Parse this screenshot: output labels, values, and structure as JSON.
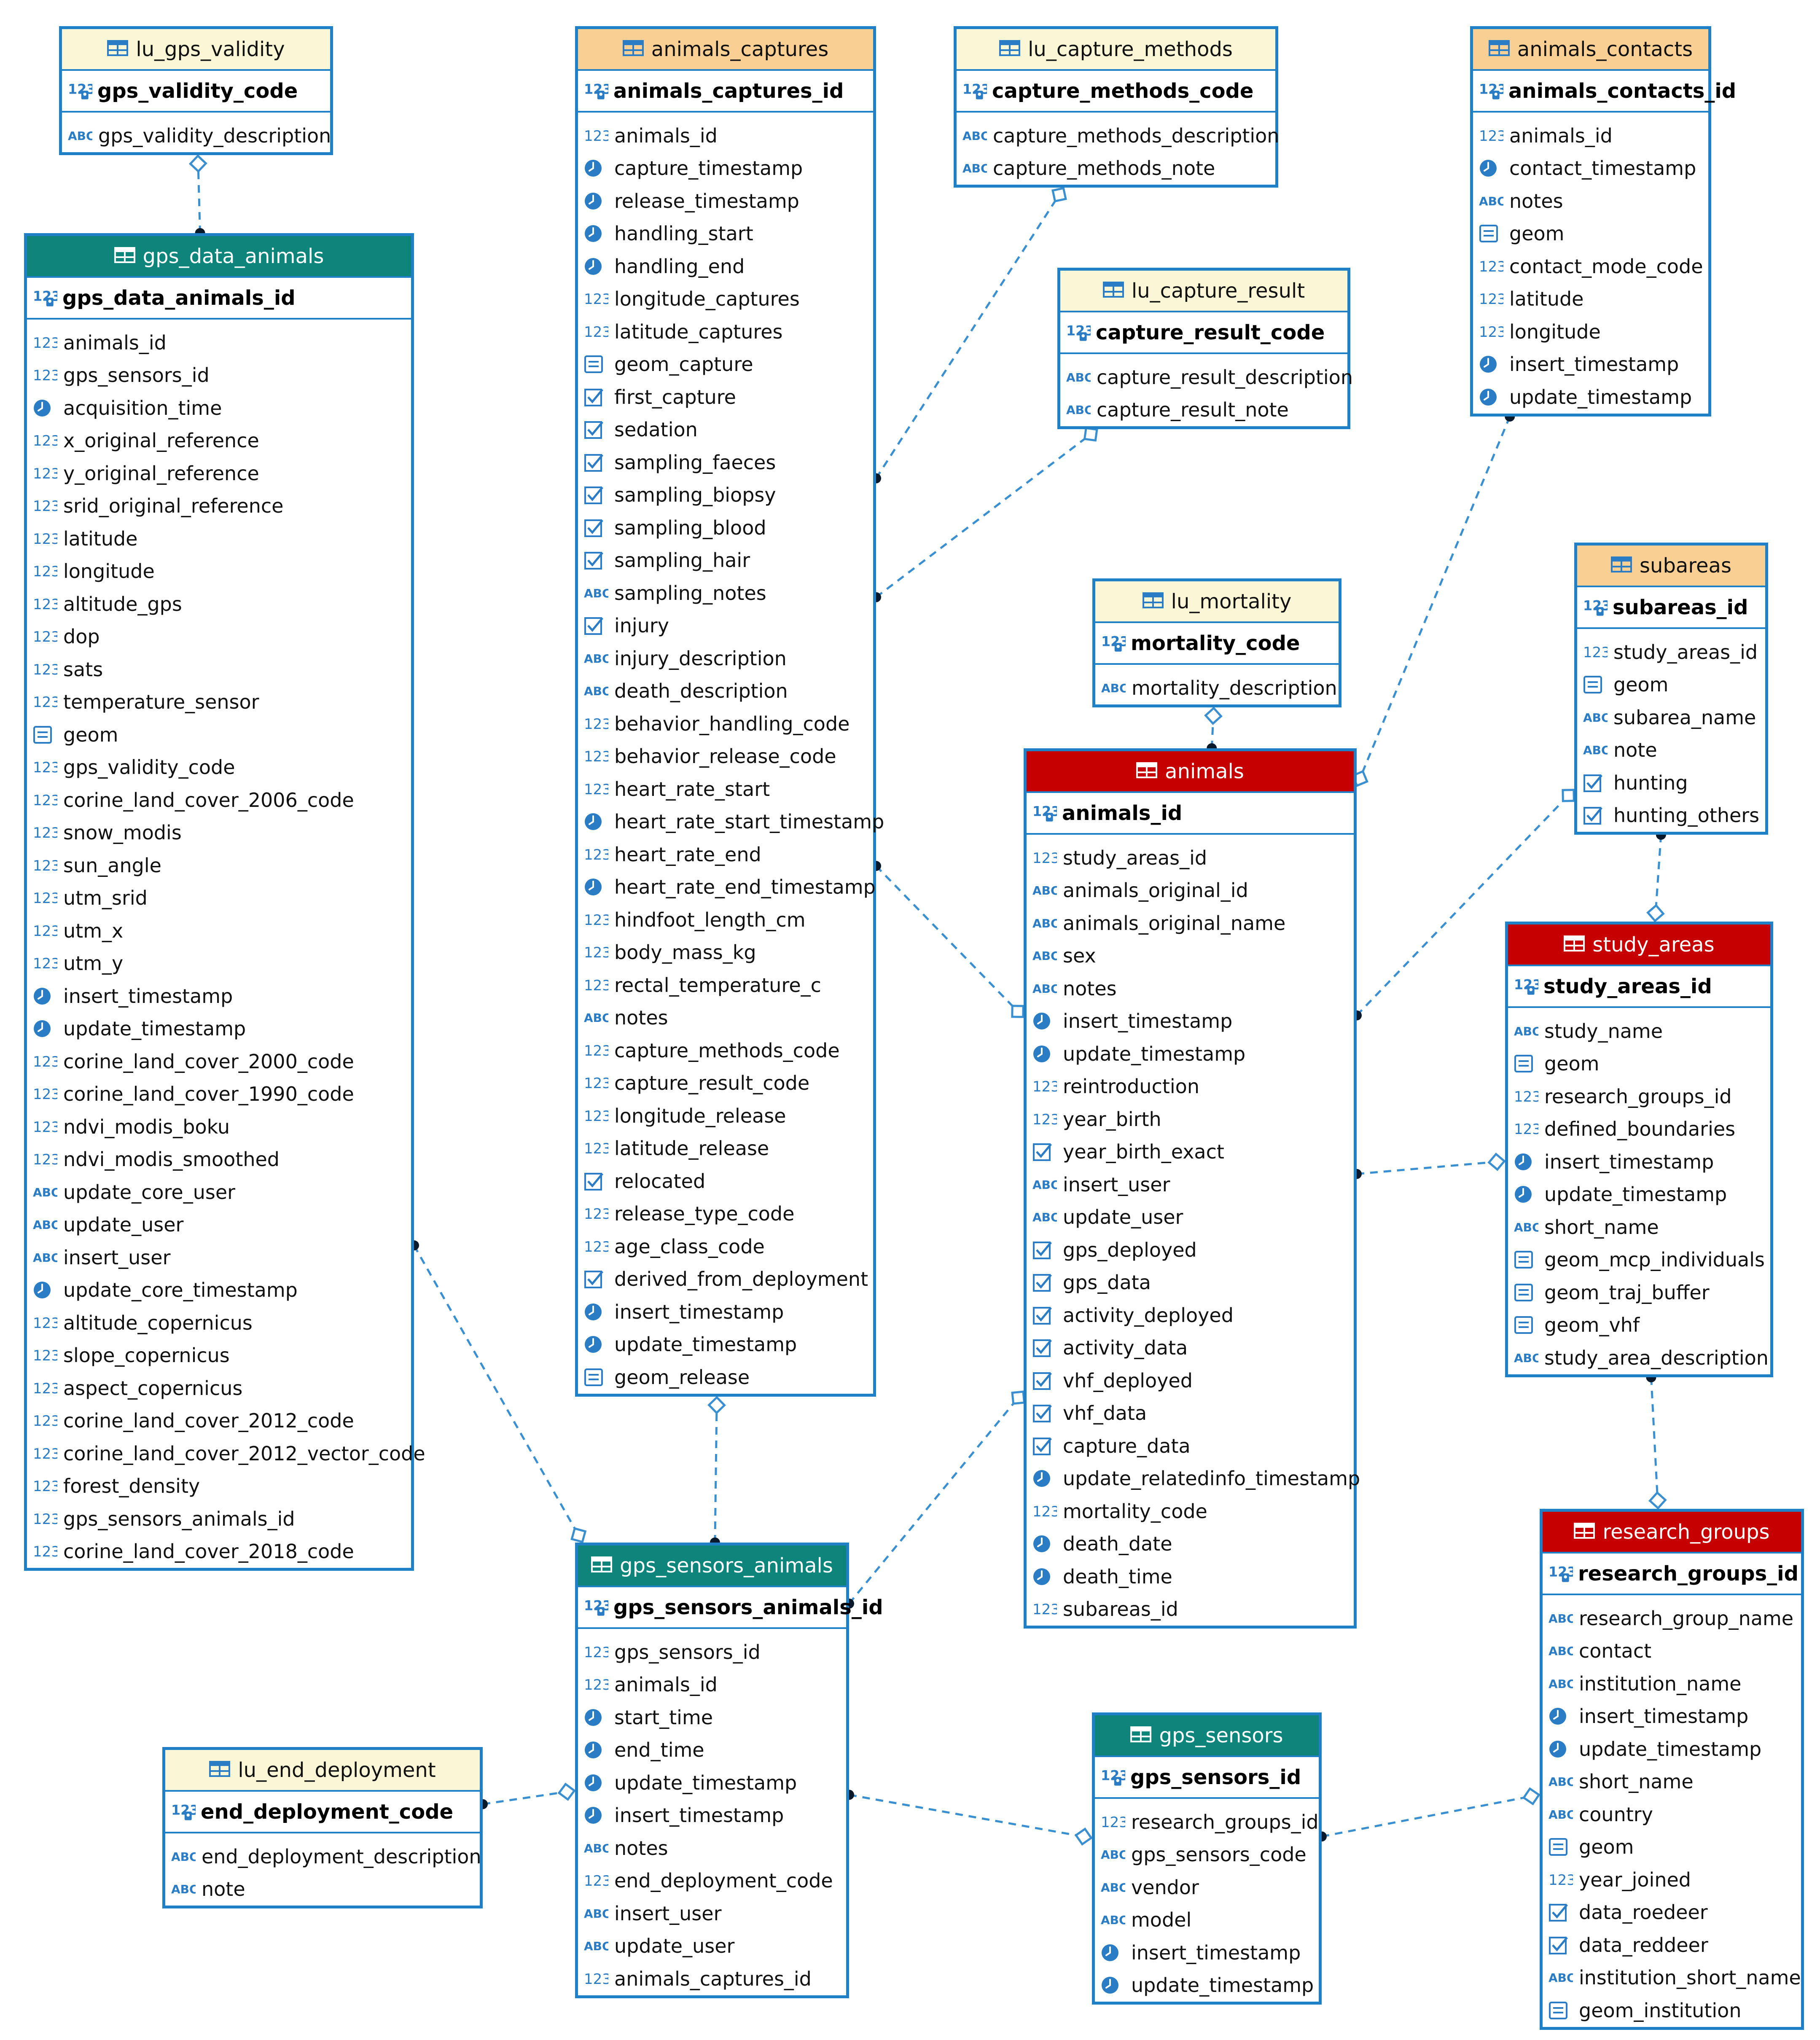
{
  "tables": [
    {
      "id": "lu_gps_validity",
      "title": "lu_gps_validity",
      "header": "light",
      "pk": "gps_validity_code",
      "columns": [
        {
          "n": "gps_validity_description",
          "t": "abc"
        }
      ]
    },
    {
      "id": "animals_captures",
      "title": "animals_captures",
      "header": "orange",
      "pk": "animals_captures_id",
      "columns": [
        {
          "n": "animals_id",
          "t": "num"
        },
        {
          "n": "capture_timestamp",
          "t": "time"
        },
        {
          "n": "release_timestamp",
          "t": "time"
        },
        {
          "n": "handling_start",
          "t": "time"
        },
        {
          "n": "handling_end",
          "t": "time"
        },
        {
          "n": "longitude_captures",
          "t": "num"
        },
        {
          "n": "latitude_captures",
          "t": "num"
        },
        {
          "n": "geom_capture",
          "t": "geom"
        },
        {
          "n": "first_capture",
          "t": "bool"
        },
        {
          "n": "sedation",
          "t": "bool"
        },
        {
          "n": "sampling_faeces",
          "t": "bool"
        },
        {
          "n": "sampling_biopsy",
          "t": "bool"
        },
        {
          "n": "sampling_blood",
          "t": "bool"
        },
        {
          "n": "sampling_hair",
          "t": "bool"
        },
        {
          "n": "sampling_notes",
          "t": "abc"
        },
        {
          "n": "injury",
          "t": "bool"
        },
        {
          "n": "injury_description",
          "t": "abc"
        },
        {
          "n": "death_description",
          "t": "abc"
        },
        {
          "n": "behavior_handling_code",
          "t": "num"
        },
        {
          "n": "behavior_release_code",
          "t": "num"
        },
        {
          "n": "heart_rate_start",
          "t": "num"
        },
        {
          "n": "heart_rate_start_timestamp",
          "t": "time"
        },
        {
          "n": "heart_rate_end",
          "t": "num"
        },
        {
          "n": "heart_rate_end_timestamp",
          "t": "time"
        },
        {
          "n": "hindfoot_length_cm",
          "t": "num"
        },
        {
          "n": "body_mass_kg",
          "t": "num"
        },
        {
          "n": "rectal_temperature_c",
          "t": "num"
        },
        {
          "n": "notes",
          "t": "abc"
        },
        {
          "n": "capture_methods_code",
          "t": "num"
        },
        {
          "n": "capture_result_code",
          "t": "num"
        },
        {
          "n": "longitude_release",
          "t": "num"
        },
        {
          "n": "latitude_release",
          "t": "num"
        },
        {
          "n": "relocated",
          "t": "bool"
        },
        {
          "n": "release_type_code",
          "t": "num"
        },
        {
          "n": "age_class_code",
          "t": "num"
        },
        {
          "n": "derived_from_deployment",
          "t": "bool"
        },
        {
          "n": "insert_timestamp",
          "t": "time"
        },
        {
          "n": "update_timestamp",
          "t": "time"
        },
        {
          "n": "geom_release",
          "t": "geom"
        }
      ]
    },
    {
      "id": "lu_capture_methods",
      "title": "lu_capture_methods",
      "header": "light",
      "pk": "capture_methods_code",
      "columns": [
        {
          "n": "capture_methods_description",
          "t": "abc"
        },
        {
          "n": "capture_methods_note",
          "t": "abc"
        }
      ]
    },
    {
      "id": "animals_contacts",
      "title": "animals_contacts",
      "header": "orange",
      "pk": "animals_contacts_id",
      "columns": [
        {
          "n": "animals_id",
          "t": "num"
        },
        {
          "n": "contact_timestamp",
          "t": "time"
        },
        {
          "n": "notes",
          "t": "abc"
        },
        {
          "n": "geom",
          "t": "geom"
        },
        {
          "n": "contact_mode_code",
          "t": "num"
        },
        {
          "n": "latitude",
          "t": "num"
        },
        {
          "n": "longitude",
          "t": "num"
        },
        {
          "n": "insert_timestamp",
          "t": "time"
        },
        {
          "n": "update_timestamp",
          "t": "time"
        }
      ]
    },
    {
      "id": "gps_data_animals",
      "title": "gps_data_animals",
      "header": "teal",
      "pk": "gps_data_animals_id",
      "columns": [
        {
          "n": "animals_id",
          "t": "num"
        },
        {
          "n": "gps_sensors_id",
          "t": "num"
        },
        {
          "n": "acquisition_time",
          "t": "time"
        },
        {
          "n": "x_original_reference",
          "t": "num"
        },
        {
          "n": "y_original_reference",
          "t": "num"
        },
        {
          "n": "srid_original_reference",
          "t": "num"
        },
        {
          "n": "latitude",
          "t": "num"
        },
        {
          "n": "longitude",
          "t": "num"
        },
        {
          "n": "altitude_gps",
          "t": "num"
        },
        {
          "n": "dop",
          "t": "num"
        },
        {
          "n": "sats",
          "t": "num"
        },
        {
          "n": "temperature_sensor",
          "t": "num"
        },
        {
          "n": "geom",
          "t": "geom"
        },
        {
          "n": "gps_validity_code",
          "t": "num"
        },
        {
          "n": "corine_land_cover_2006_code",
          "t": "num"
        },
        {
          "n": "snow_modis",
          "t": "num"
        },
        {
          "n": "sun_angle",
          "t": "num"
        },
        {
          "n": "utm_srid",
          "t": "num"
        },
        {
          "n": "utm_x",
          "t": "num"
        },
        {
          "n": "utm_y",
          "t": "num"
        },
        {
          "n": "insert_timestamp",
          "t": "time"
        },
        {
          "n": "update_timestamp",
          "t": "time"
        },
        {
          "n": "corine_land_cover_2000_code",
          "t": "num"
        },
        {
          "n": "corine_land_cover_1990_code",
          "t": "num"
        },
        {
          "n": "ndvi_modis_boku",
          "t": "num"
        },
        {
          "n": "ndvi_modis_smoothed",
          "t": "num"
        },
        {
          "n": "update_core_user",
          "t": "abc"
        },
        {
          "n": "update_user",
          "t": "abc"
        },
        {
          "n": "insert_user",
          "t": "abc"
        },
        {
          "n": "update_core_timestamp",
          "t": "time"
        },
        {
          "n": "altitude_copernicus",
          "t": "num"
        },
        {
          "n": "slope_copernicus",
          "t": "num"
        },
        {
          "n": "aspect_copernicus",
          "t": "num"
        },
        {
          "n": "corine_land_cover_2012_code",
          "t": "num"
        },
        {
          "n": "corine_land_cover_2012_vector_code",
          "t": "num"
        },
        {
          "n": "forest_density",
          "t": "num"
        },
        {
          "n": "gps_sensors_animals_id",
          "t": "num"
        },
        {
          "n": "corine_land_cover_2018_code",
          "t": "num"
        }
      ]
    },
    {
      "id": "lu_capture_result",
      "title": "lu_capture_result",
      "header": "light",
      "pk": "capture_result_code",
      "columns": [
        {
          "n": "capture_result_description",
          "t": "abc"
        },
        {
          "n": "capture_result_note",
          "t": "abc"
        }
      ]
    },
    {
      "id": "subareas",
      "title": "subareas",
      "header": "orange",
      "pk": "subareas_id",
      "columns": [
        {
          "n": "study_areas_id",
          "t": "num"
        },
        {
          "n": "geom",
          "t": "geom"
        },
        {
          "n": "subarea_name",
          "t": "abc"
        },
        {
          "n": "note",
          "t": "abc"
        },
        {
          "n": "hunting",
          "t": "bool"
        },
        {
          "n": "hunting_others",
          "t": "bool"
        }
      ]
    },
    {
      "id": "lu_mortality",
      "title": "lu_mortality",
      "header": "light",
      "pk": "mortality_code",
      "columns": [
        {
          "n": "mortality_description",
          "t": "abc"
        }
      ]
    },
    {
      "id": "animals",
      "title": "animals",
      "header": "red",
      "pk": "animals_id",
      "columns": [
        {
          "n": "study_areas_id",
          "t": "num"
        },
        {
          "n": "animals_original_id",
          "t": "abc"
        },
        {
          "n": "animals_original_name",
          "t": "abc"
        },
        {
          "n": "sex",
          "t": "abc"
        },
        {
          "n": "notes",
          "t": "abc"
        },
        {
          "n": "insert_timestamp",
          "t": "time"
        },
        {
          "n": "update_timestamp",
          "t": "time"
        },
        {
          "n": "reintroduction",
          "t": "num"
        },
        {
          "n": "year_birth",
          "t": "num"
        },
        {
          "n": "year_birth_exact",
          "t": "bool"
        },
        {
          "n": "insert_user",
          "t": "abc"
        },
        {
          "n": "update_user",
          "t": "abc"
        },
        {
          "n": "gps_deployed",
          "t": "bool"
        },
        {
          "n": "gps_data",
          "t": "bool"
        },
        {
          "n": "activity_deployed",
          "t": "bool"
        },
        {
          "n": "activity_data",
          "t": "bool"
        },
        {
          "n": "vhf_deployed",
          "t": "bool"
        },
        {
          "n": "vhf_data",
          "t": "bool"
        },
        {
          "n": "capture_data",
          "t": "bool"
        },
        {
          "n": "update_relatedinfo_timestamp",
          "t": "time"
        },
        {
          "n": "mortality_code",
          "t": "num"
        },
        {
          "n": "death_date",
          "t": "time"
        },
        {
          "n": "death_time",
          "t": "time"
        },
        {
          "n": "subareas_id",
          "t": "num"
        }
      ]
    },
    {
      "id": "study_areas",
      "title": "study_areas",
      "header": "red",
      "pk": "study_areas_id",
      "columns": [
        {
          "n": "study_name",
          "t": "abc"
        },
        {
          "n": "geom",
          "t": "geom"
        },
        {
          "n": "research_groups_id",
          "t": "num"
        },
        {
          "n": "defined_boundaries",
          "t": "num"
        },
        {
          "n": "insert_timestamp",
          "t": "time"
        },
        {
          "n": "update_timestamp",
          "t": "time"
        },
        {
          "n": "short_name",
          "t": "abc"
        },
        {
          "n": "geom_mcp_individuals",
          "t": "geom"
        },
        {
          "n": "geom_traj_buffer",
          "t": "geom"
        },
        {
          "n": "geom_vhf",
          "t": "geom"
        },
        {
          "n": "study_area_description",
          "t": "abc"
        }
      ]
    },
    {
      "id": "gps_sensors_animals",
      "title": "gps_sensors_animals",
      "header": "teal",
      "pk": "gps_sensors_animals_id",
      "columns": [
        {
          "n": "gps_sensors_id",
          "t": "num"
        },
        {
          "n": "animals_id",
          "t": "num"
        },
        {
          "n": "start_time",
          "t": "time"
        },
        {
          "n": "end_time",
          "t": "time"
        },
        {
          "n": "update_timestamp",
          "t": "time"
        },
        {
          "n": "insert_timestamp",
          "t": "time"
        },
        {
          "n": "notes",
          "t": "abc"
        },
        {
          "n": "end_deployment_code",
          "t": "num"
        },
        {
          "n": "insert_user",
          "t": "abc"
        },
        {
          "n": "update_user",
          "t": "abc"
        },
        {
          "n": "animals_captures_id",
          "t": "num"
        }
      ]
    },
    {
      "id": "research_groups",
      "title": "research_groups",
      "header": "red",
      "pk": "research_groups_id",
      "columns": [
        {
          "n": "research_group_name",
          "t": "abc"
        },
        {
          "n": "contact",
          "t": "abc"
        },
        {
          "n": "institution_name",
          "t": "abc"
        },
        {
          "n": "insert_timestamp",
          "t": "time"
        },
        {
          "n": "update_timestamp",
          "t": "time"
        },
        {
          "n": "short_name",
          "t": "abc"
        },
        {
          "n": "country",
          "t": "abc"
        },
        {
          "n": "geom",
          "t": "geom"
        },
        {
          "n": "year_joined",
          "t": "num"
        },
        {
          "n": "data_roedeer",
          "t": "bool"
        },
        {
          "n": "data_reddeer",
          "t": "bool"
        },
        {
          "n": "institution_short_name",
          "t": "abc"
        },
        {
          "n": "geom_institution",
          "t": "geom"
        }
      ]
    },
    {
      "id": "lu_end_deployment",
      "title": "lu_end_deployment",
      "header": "light",
      "pk": "end_deployment_code",
      "columns": [
        {
          "n": "end_deployment_description",
          "t": "abc"
        },
        {
          "n": "note",
          "t": "abc"
        }
      ]
    },
    {
      "id": "gps_sensors",
      "title": "gps_sensors",
      "header": "teal",
      "pk": "gps_sensors_id",
      "columns": [
        {
          "n": "research_groups_id",
          "t": "num"
        },
        {
          "n": "gps_sensors_code",
          "t": "abc"
        },
        {
          "n": "vendor",
          "t": "abc"
        },
        {
          "n": "model",
          "t": "abc"
        },
        {
          "n": "insert_timestamp",
          "t": "time"
        },
        {
          "n": "update_timestamp",
          "t": "time"
        }
      ]
    }
  ],
  "relationships": [
    {
      "from": "gps_data_animals",
      "to": "lu_gps_validity"
    },
    {
      "from": "animals_captures",
      "to": "lu_capture_methods"
    },
    {
      "from": "animals_captures",
      "to": "lu_capture_result"
    },
    {
      "from": "animals_captures",
      "to": "animals"
    },
    {
      "from": "animals_contacts",
      "to": "animals"
    },
    {
      "from": "animals",
      "to": "lu_mortality"
    },
    {
      "from": "animals",
      "to": "subareas"
    },
    {
      "from": "subareas",
      "to": "study_areas"
    },
    {
      "from": "animals",
      "to": "study_areas"
    },
    {
      "from": "study_areas",
      "to": "research_groups"
    },
    {
      "from": "gps_data_animals",
      "to": "gps_sensors_animals"
    },
    {
      "from": "gps_sensors_animals",
      "to": "animals_captures"
    },
    {
      "from": "gps_sensors_animals",
      "to": "animals"
    },
    {
      "from": "lu_end_deployment",
      "to": "gps_sensors_animals"
    },
    {
      "from": "gps_sensors_animals",
      "to": "gps_sensors"
    },
    {
      "from": "gps_sensors",
      "to": "research_groups"
    }
  ],
  "colors": {
    "link": "#3a8fd0",
    "border": "#1f80c6",
    "icon": "#2a7cc4"
  }
}
